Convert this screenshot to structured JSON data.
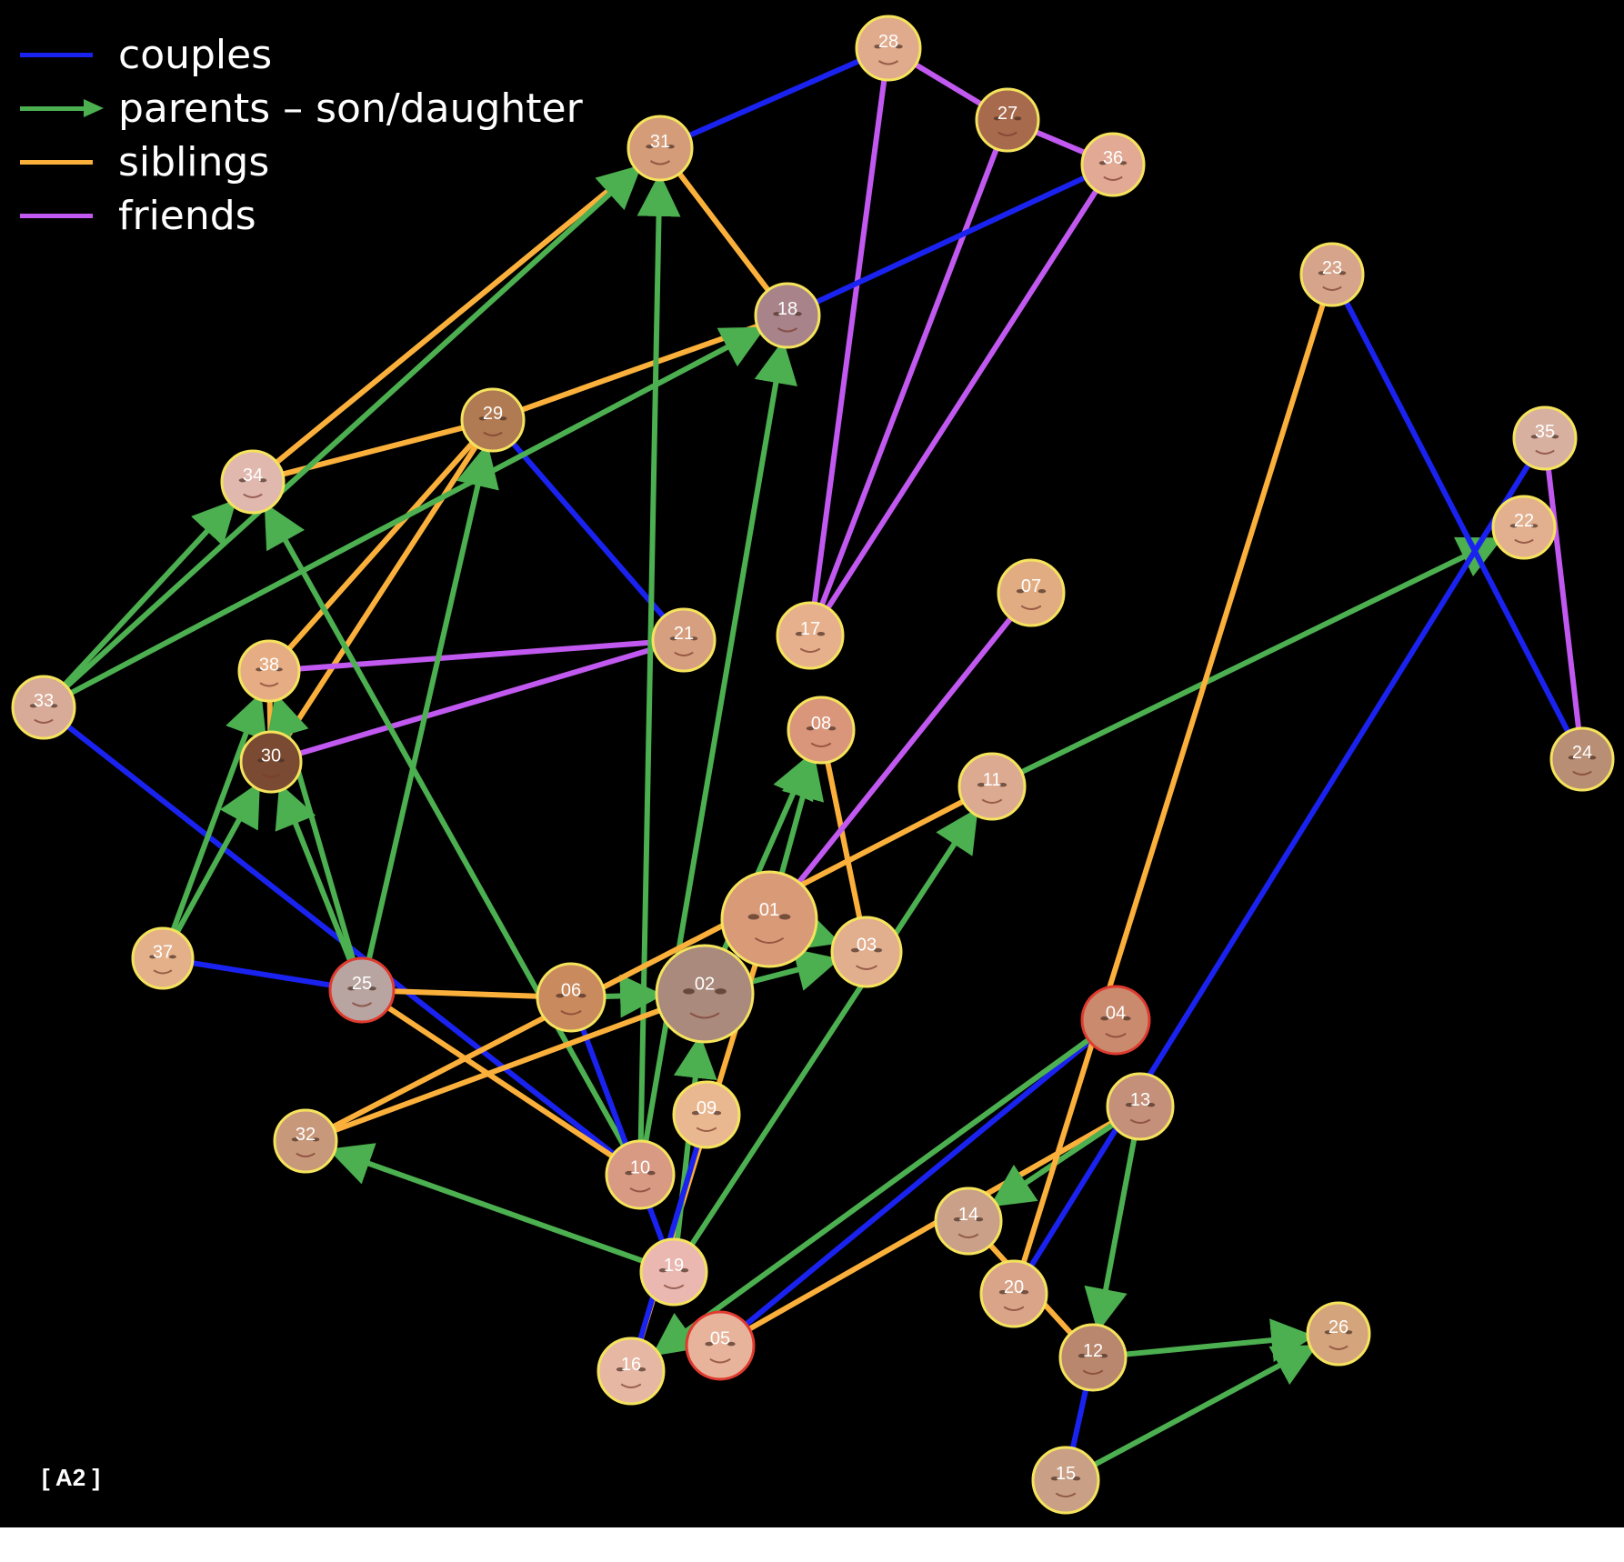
{
  "colors": {
    "background": "#000000",
    "couples": "#1a22f0",
    "parents": "#4caf50",
    "siblings": "#fbb03b",
    "friends": "#c159f0",
    "node_border": "#f5e35c",
    "node_border_alt": "#e03a2f",
    "face": "#d9a27a"
  },
  "legend": [
    {
      "key": "couples",
      "label": "couples",
      "arrow": false
    },
    {
      "key": "parents",
      "label": "parents – son/daughter",
      "arrow": true
    },
    {
      "key": "siblings",
      "label": "siblings",
      "arrow": false
    },
    {
      "key": "friends",
      "label": "friends",
      "arrow": false
    }
  ],
  "corner_label": "[ A2 ]",
  "nodes": [
    {
      "id": "01",
      "label": "01",
      "face": "#d99a78",
      "border": "yellow"
    },
    {
      "id": "02",
      "label": "02",
      "face": "#a98a7c",
      "border": "yellow"
    },
    {
      "id": "03",
      "label": "03",
      "face": "#e1ae8e",
      "border": "yellow"
    },
    {
      "id": "04",
      "label": "04",
      "face": "#c98a6e",
      "border": "red"
    },
    {
      "id": "05",
      "label": "05",
      "face": "#e7b39a",
      "border": "red"
    },
    {
      "id": "06",
      "label": "06",
      "face": "#c98a5e",
      "border": "yellow"
    },
    {
      "id": "07",
      "label": "07",
      "face": "#e2ac82",
      "border": "yellow"
    },
    {
      "id": "08",
      "label": "08",
      "face": "#d9967a",
      "border": "yellow"
    },
    {
      "id": "09",
      "label": "09",
      "face": "#eab890",
      "border": "yellow"
    },
    {
      "id": "10",
      "label": "10",
      "face": "#d99a84",
      "border": "yellow"
    },
    {
      "id": "11",
      "label": "11",
      "face": "#dcaa90",
      "border": "yellow"
    },
    {
      "id": "12",
      "label": "12",
      "face": "#b8876e",
      "border": "yellow"
    },
    {
      "id": "13",
      "label": "13",
      "face": "#c4907a",
      "border": "yellow"
    },
    {
      "id": "14",
      "label": "14",
      "face": "#caa088",
      "border": "yellow"
    },
    {
      "id": "15",
      "label": "15",
      "face": "#c9a086",
      "border": "yellow"
    },
    {
      "id": "16",
      "label": "16",
      "face": "#e6b8a4",
      "border": "yellow"
    },
    {
      "id": "17",
      "label": "17",
      "face": "#e6b08c",
      "border": "yellow"
    },
    {
      "id": "18",
      "label": "18",
      "face": "#a8848a",
      "border": "yellow"
    },
    {
      "id": "19",
      "label": "19",
      "face": "#eab8b0",
      "border": "yellow"
    },
    {
      "id": "20",
      "label": "20",
      "face": "#d9a488",
      "border": "yellow"
    },
    {
      "id": "21",
      "label": "21",
      "face": "#d6a080",
      "border": "yellow"
    },
    {
      "id": "22",
      "label": "22",
      "face": "#e2b08e",
      "border": "yellow"
    },
    {
      "id": "23",
      "label": "23",
      "face": "#d6a48a",
      "border": "yellow"
    },
    {
      "id": "24",
      "label": "24",
      "face": "#b88e74",
      "border": "yellow"
    },
    {
      "id": "25",
      "label": "25",
      "face": "#b8a4a0",
      "border": "red"
    },
    {
      "id": "26",
      "label": "26",
      "face": "#d4a47c",
      "border": "yellow"
    },
    {
      "id": "27",
      "label": "27",
      "face": "#a86a4c",
      "border": "yellow"
    },
    {
      "id": "28",
      "label": "28",
      "face": "#e0aa8c",
      "border": "yellow"
    },
    {
      "id": "29",
      "label": "29",
      "face": "#b07a52",
      "border": "yellow"
    },
    {
      "id": "30",
      "label": "30",
      "face": "#7a4a32",
      "border": "yellow"
    },
    {
      "id": "31",
      "label": "31",
      "face": "#d49c78",
      "border": "yellow"
    },
    {
      "id": "32",
      "label": "32",
      "face": "#c8987a",
      "border": "yellow"
    },
    {
      "id": "33",
      "label": "33",
      "face": "#d8aa98",
      "border": "yellow"
    },
    {
      "id": "34",
      "label": "34",
      "face": "#e0b8ae",
      "border": "yellow"
    },
    {
      "id": "35",
      "label": "35",
      "face": "#d8b0a0",
      "border": "yellow"
    },
    {
      "id": "36",
      "label": "36",
      "face": "#e2aa94",
      "border": "yellow"
    },
    {
      "id": "37",
      "label": "37",
      "face": "#e4b08a",
      "border": "yellow"
    },
    {
      "id": "38",
      "label": "38",
      "face": "#e6ac84",
      "border": "yellow"
    }
  ],
  "edges": [
    {
      "from": "31",
      "to": "28",
      "type": "couples",
      "directed": false
    },
    {
      "from": "28",
      "to": "27",
      "type": "friends",
      "directed": false
    },
    {
      "from": "27",
      "to": "36",
      "type": "friends",
      "directed": false
    },
    {
      "from": "28",
      "to": "17",
      "type": "friends",
      "directed": false
    },
    {
      "from": "27",
      "to": "17",
      "type": "friends",
      "directed": false
    },
    {
      "from": "36",
      "to": "17",
      "type": "friends",
      "directed": false
    },
    {
      "from": "36",
      "to": "18",
      "type": "couples",
      "directed": false
    },
    {
      "from": "31",
      "to": "18",
      "type": "siblings",
      "directed": false
    },
    {
      "from": "34",
      "to": "31",
      "type": "siblings",
      "directed": false
    },
    {
      "from": "34",
      "to": "29",
      "type": "siblings",
      "directed": false
    },
    {
      "from": "29",
      "to": "18",
      "type": "siblings",
      "directed": false
    },
    {
      "from": "29",
      "to": "21",
      "type": "couples",
      "directed": false
    },
    {
      "from": "29",
      "to": "38",
      "type": "siblings",
      "directed": false
    },
    {
      "from": "29",
      "to": "30",
      "type": "siblings",
      "directed": false
    },
    {
      "from": "38",
      "to": "30",
      "type": "siblings",
      "directed": false
    },
    {
      "from": "38",
      "to": "21",
      "type": "friends",
      "directed": false
    },
    {
      "from": "30",
      "to": "21",
      "type": "friends",
      "directed": false
    },
    {
      "from": "33",
      "to": "34",
      "type": "parents",
      "directed": true
    },
    {
      "from": "33",
      "to": "31",
      "type": "parents",
      "directed": true
    },
    {
      "from": "33",
      "to": "18",
      "type": "parents",
      "directed": true
    },
    {
      "from": "33",
      "to": "10",
      "type": "couples",
      "directed": false
    },
    {
      "from": "25",
      "to": "29",
      "type": "parents",
      "directed": true
    },
    {
      "from": "25",
      "to": "38",
      "type": "parents",
      "directed": true
    },
    {
      "from": "25",
      "to": "30",
      "type": "parents",
      "directed": true
    },
    {
      "from": "37",
      "to": "38",
      "type": "parents",
      "directed": true
    },
    {
      "from": "37",
      "to": "30",
      "type": "parents",
      "directed": true
    },
    {
      "from": "37",
      "to": "25",
      "type": "couples",
      "directed": false
    },
    {
      "from": "25",
      "to": "06",
      "type": "siblings",
      "directed": false
    },
    {
      "from": "25",
      "to": "10",
      "type": "siblings",
      "directed": false
    },
    {
      "from": "10",
      "to": "34",
      "type": "parents",
      "directed": true
    },
    {
      "from": "10",
      "to": "31",
      "type": "parents",
      "directed": true
    },
    {
      "from": "10",
      "to": "18",
      "type": "parents",
      "directed": true
    },
    {
      "from": "06",
      "to": "02",
      "type": "parents",
      "directed": true
    },
    {
      "from": "06",
      "to": "19",
      "type": "couples",
      "directed": false
    },
    {
      "from": "02",
      "to": "01",
      "type": "couples",
      "directed": false
    },
    {
      "from": "02",
      "to": "08",
      "type": "parents",
      "directed": true
    },
    {
      "from": "01",
      "to": "08",
      "type": "parents",
      "directed": true
    },
    {
      "from": "01",
      "to": "03",
      "type": "parents",
      "directed": true
    },
    {
      "from": "02",
      "to": "03",
      "type": "parents",
      "directed": true
    },
    {
      "from": "08",
      "to": "03",
      "type": "siblings",
      "directed": false
    },
    {
      "from": "01",
      "to": "07",
      "type": "friends",
      "directed": false
    },
    {
      "from": "01",
      "to": "16",
      "type": "siblings",
      "directed": false
    },
    {
      "from": "32",
      "to": "11",
      "type": "siblings",
      "directed": false
    },
    {
      "from": "32",
      "to": "02",
      "type": "siblings",
      "directed": false
    },
    {
      "from": "19",
      "to": "32",
      "type": "parents",
      "directed": true
    },
    {
      "from": "19",
      "to": "02",
      "type": "parents",
      "directed": true
    },
    {
      "from": "19",
      "to": "11",
      "type": "parents",
      "directed": true
    },
    {
      "from": "16",
      "to": "09",
      "type": "couples",
      "directed": false
    },
    {
      "from": "11",
      "to": "22",
      "type": "parents",
      "directed": true
    },
    {
      "from": "04",
      "to": "05",
      "type": "couples",
      "directed": false
    },
    {
      "from": "04",
      "to": "16",
      "type": "parents",
      "directed": true
    },
    {
      "from": "05",
      "to": "13",
      "type": "siblings",
      "directed": false
    },
    {
      "from": "13",
      "to": "14",
      "type": "parents",
      "directed": true
    },
    {
      "from": "13",
      "to": "12",
      "type": "parents",
      "directed": true
    },
    {
      "from": "14",
      "to": "12",
      "type": "siblings",
      "directed": false
    },
    {
      "from": "23",
      "to": "20",
      "type": "siblings",
      "directed": false
    },
    {
      "from": "23",
      "to": "24",
      "type": "couples",
      "directed": false
    },
    {
      "from": "35",
      "to": "24",
      "type": "friends",
      "directed": false
    },
    {
      "from": "35",
      "to": "20",
      "type": "couples",
      "directed": false
    },
    {
      "from": "12",
      "to": "15",
      "type": "couples",
      "directed": false
    },
    {
      "from": "12",
      "to": "26",
      "type": "parents",
      "directed": true
    },
    {
      "from": "15",
      "to": "26",
      "type": "parents",
      "directed": true
    }
  ]
}
